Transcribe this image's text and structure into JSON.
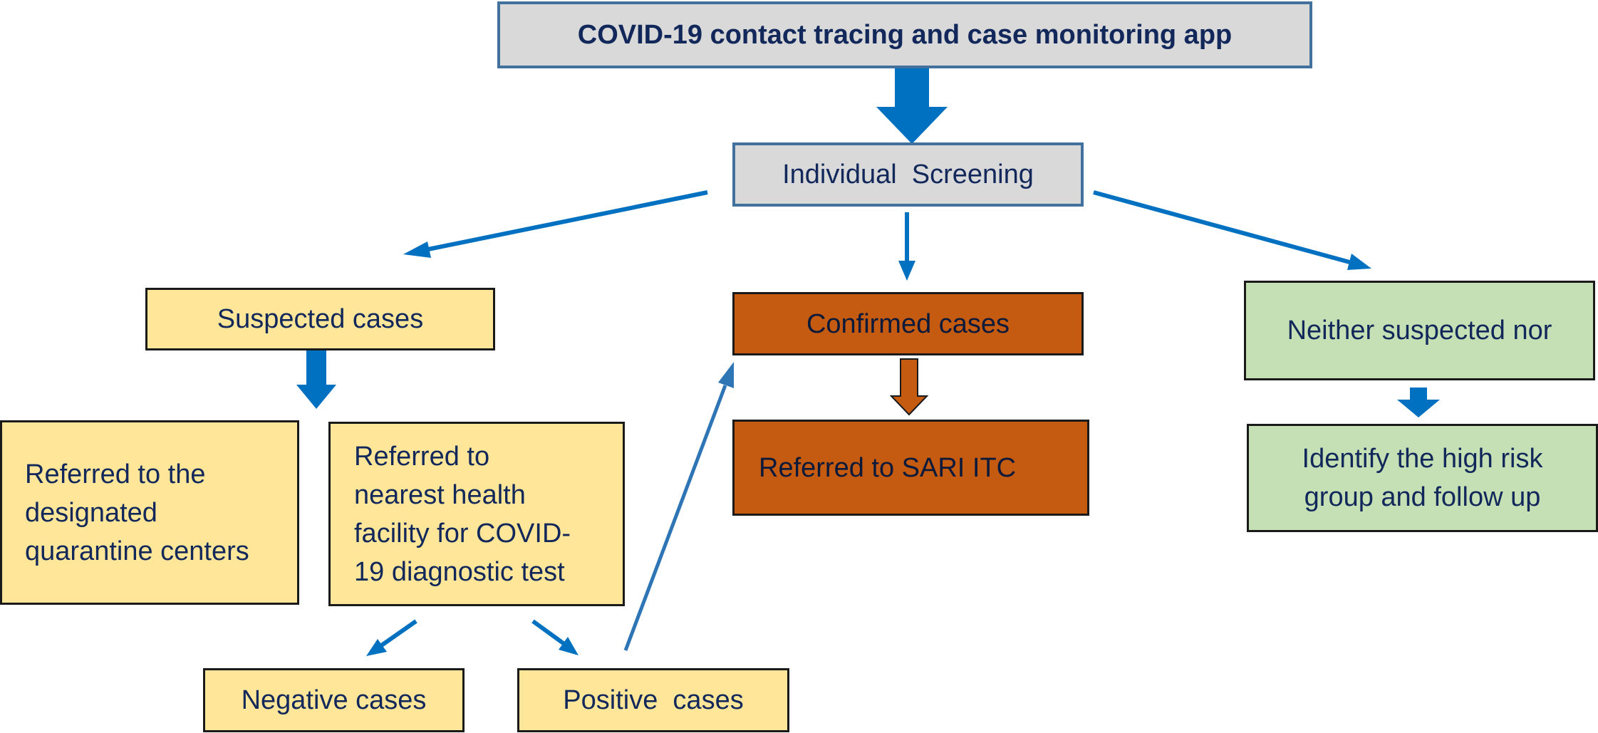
{
  "colors": {
    "arrow_blue": "#0070c0",
    "arrow_blue_thin": "#2e75b6",
    "confirmed_orange": "#c55a11",
    "suspected_yellow": "#ffe699",
    "neither_green": "#c5e0b4",
    "header_grey": "#d9d9d9",
    "text_navy": "#12285a"
  },
  "nodes": {
    "app": "COVID-19 contact tracing and case monitoring app",
    "screening": "Individual  Screening",
    "suspected": "Suspected cases",
    "confirmed": "Confirmed cases",
    "neither": "Neither suspected nor",
    "quarantine": [
      "Referred to the",
      "designated",
      "quarantine centers"
    ],
    "health_facility": [
      "Referred to",
      "nearest health",
      "facility for COVID-",
      "19 diagnostic test"
    ],
    "sari": "Referred to SARI ITC",
    "high_risk": [
      "Identify the high risk",
      "group and follow up"
    ],
    "negative": "Negative cases",
    "positive": "Positive  cases"
  }
}
